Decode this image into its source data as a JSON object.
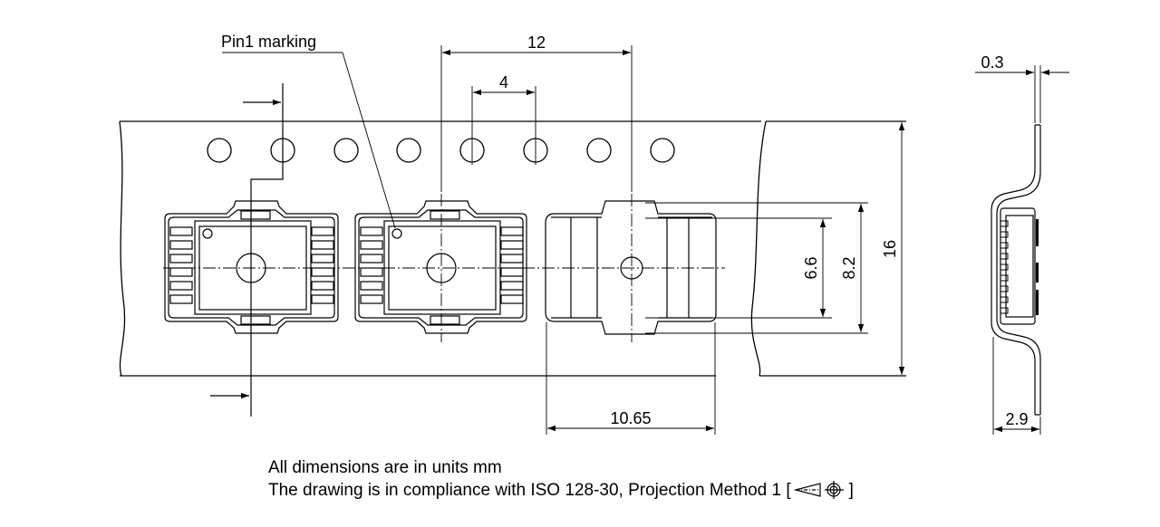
{
  "labels": {
    "pin1": "Pin1 marking",
    "pitch": "12",
    "hole_pitch": "4",
    "pocket_length": "10.65",
    "cavity_inner": "6.6",
    "cavity_outer": "8.2",
    "tape_width": "16",
    "tape_thickness": "0.3",
    "tape_height": "2.9"
  },
  "notes": {
    "line1": "All dimensions are in units mm",
    "line2_prefix": "The drawing is in compliance with ISO 128-30, Projection Method 1 [",
    "line2_suffix": "]"
  },
  "icons": {
    "projection": "first-angle-projection-icon",
    "feed_arrow": "feed-direction-arrow-icon"
  }
}
